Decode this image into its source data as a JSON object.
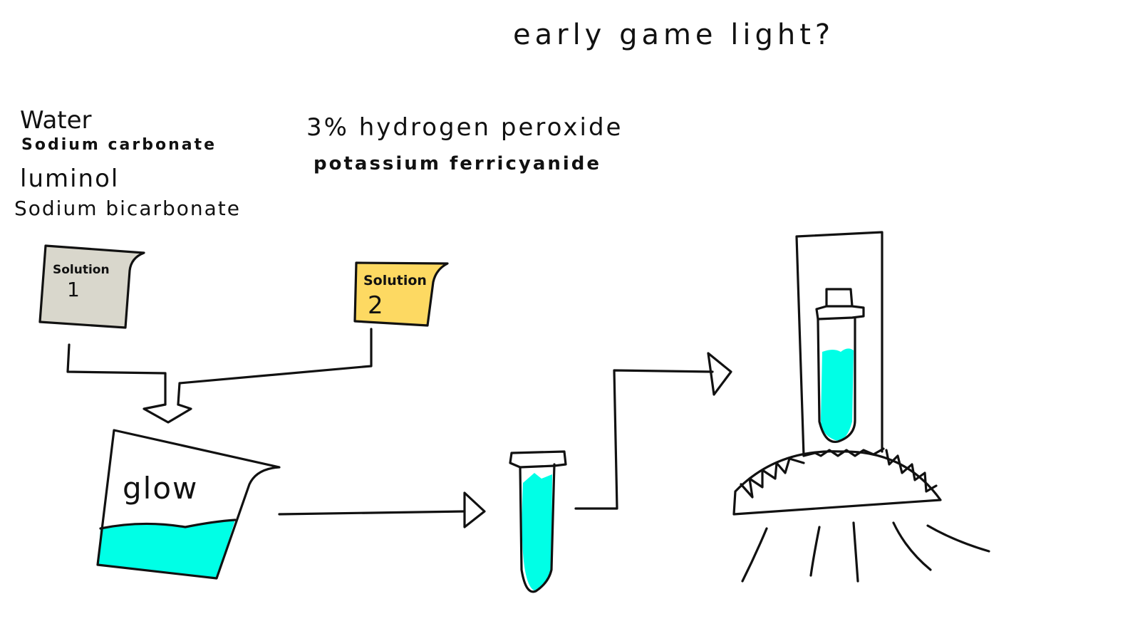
{
  "title": "early game light?",
  "solution1": {
    "ingredients": [
      "Water",
      "Sodium carbonate",
      "luminol",
      "Sodium bicarbonate"
    ],
    "label_top": "Solution",
    "label_num": "1",
    "color": "#d9d7cc"
  },
  "solution2": {
    "ingredients": [
      "3% hydrogen peroxide",
      "potassium ferricyanide"
    ],
    "label_top": "Solution",
    "label_num": "2",
    "color": "#fdd962"
  },
  "beaker": {
    "label": "glow",
    "liquid_color": "#00ffe6"
  },
  "ink_color": "#111111"
}
